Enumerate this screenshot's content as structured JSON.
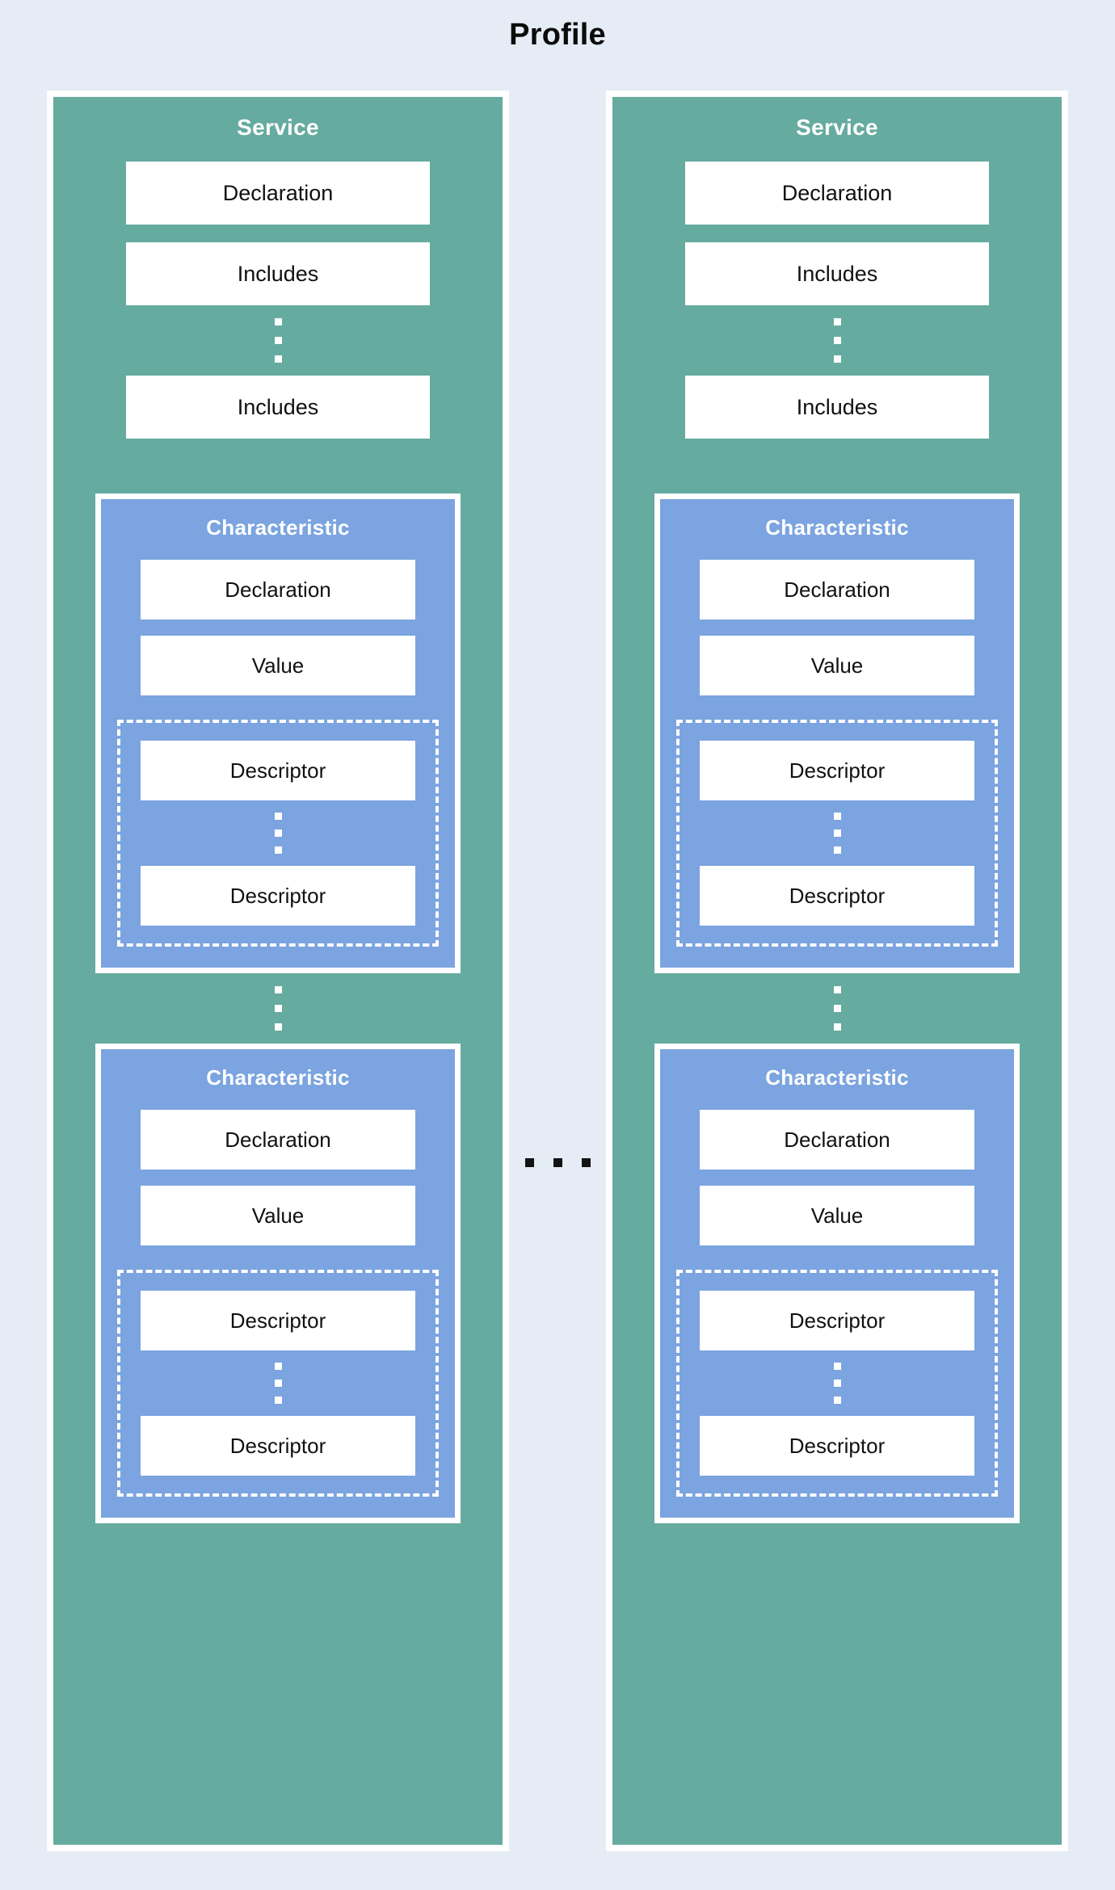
{
  "diagram": {
    "title": "Profile",
    "type": "nested-block-diagram",
    "colors": {
      "background": "#e6ecf5",
      "service_fill": "#65ab9f",
      "characteristic_fill": "#7ba4e0",
      "leaf_fill": "#ffffff",
      "border": "#ffffff",
      "title_text": "#0b0b0b",
      "dot_dark": "#121212"
    },
    "ellipsis_between_columns": "...",
    "ellipsis_vertical_glyph": "⋮",
    "columns": [
      {
        "service": {
          "title": "Service",
          "declaration_label": "Declaration",
          "includes_first_label": "Includes",
          "includes_last_label": "Includes",
          "characteristics": [
            {
              "title": "Characteristic",
              "declaration_label": "Declaration",
              "value_label": "Value",
              "descriptor_first_label": "Descriptor",
              "descriptor_last_label": "Descriptor"
            },
            {
              "title": "Characteristic",
              "declaration_label": "Declaration",
              "value_label": "Value",
              "descriptor_first_label": "Descriptor",
              "descriptor_last_label": "Descriptor"
            }
          ]
        }
      },
      {
        "service": {
          "title": "Service",
          "declaration_label": "Declaration",
          "includes_first_label": "Includes",
          "includes_last_label": "Includes",
          "characteristics": [
            {
              "title": "Characteristic",
              "declaration_label": "Declaration",
              "value_label": "Value",
              "descriptor_first_label": "Descriptor",
              "descriptor_last_label": "Descriptor"
            },
            {
              "title": "Characteristic",
              "declaration_label": "Declaration",
              "value_label": "Value",
              "descriptor_first_label": "Descriptor",
              "descriptor_last_label": "Descriptor"
            }
          ]
        }
      }
    ]
  }
}
